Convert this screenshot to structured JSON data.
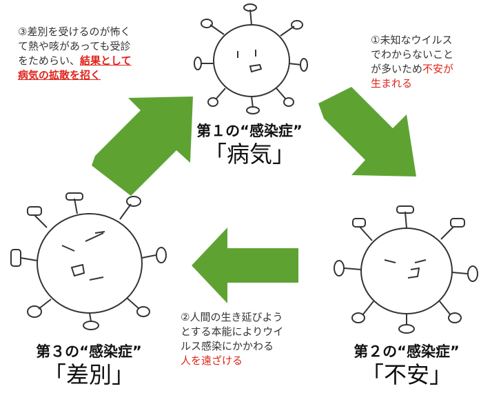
{
  "top_text": "",
  "notes": {
    "note3": {
      "line1": "③差別を受けるのが怖く",
      "line2": "て熱や咳があっても受診",
      "line3_plain": "をためらい、",
      "line3_red": "結果として",
      "line4_red": "病気の拡散を招く"
    },
    "note1": {
      "line1": "①未知なウイルス",
      "line2": "でわからないこと",
      "line3_plain": "が多いため",
      "line3_red": "不安が",
      "line4_red": "生まれる"
    },
    "note2": {
      "line1": "②人間の生き延びよう",
      "line2": "とする本能によりウイ",
      "line3": "ルス感染にかかわる",
      "line4_red": "人を遠ざける"
    }
  },
  "captions": {
    "first": {
      "sub": "第１の“感染症”",
      "main": "「病気」"
    },
    "second": {
      "sub": "第２の“感染症”",
      "main": "「不安」"
    },
    "third": {
      "sub": "第３の“感染症”",
      "main": "「差別」"
    }
  },
  "colors": {
    "arrow": "#5ea332",
    "accent_red": "#e0241a",
    "line": "#333333"
  }
}
